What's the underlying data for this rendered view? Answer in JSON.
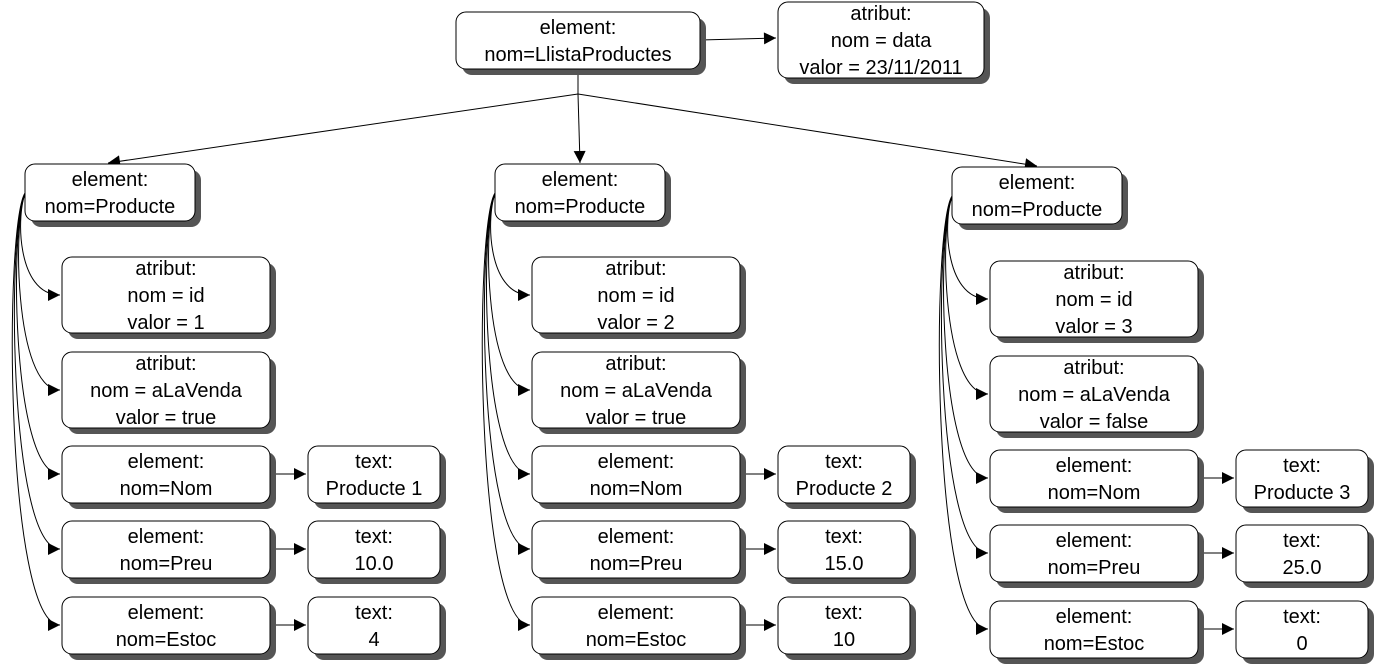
{
  "root": {
    "lines": [
      "element:",
      "nom=LlistaProductes"
    ],
    "attribute": {
      "lines": [
        "atribut:",
        "nom = data",
        "valor = 23/11/2011"
      ]
    }
  },
  "products": [
    {
      "header": [
        "element:",
        "nom=Producte"
      ],
      "attr_id": [
        "atribut:",
        "nom = id",
        "valor = 1"
      ],
      "attr_sale": [
        "atribut:",
        "nom = aLaVenda",
        "valor = true"
      ],
      "children": [
        {
          "element": [
            "element:",
            "nom=Nom"
          ],
          "text": [
            "text:",
            "Producte 1"
          ]
        },
        {
          "element": [
            "element:",
            "nom=Preu"
          ],
          "text": [
            "text:",
            "10.0"
          ]
        },
        {
          "element": [
            "element:",
            "nom=Estoc"
          ],
          "text": [
            "text:",
            "4"
          ]
        }
      ]
    },
    {
      "header": [
        "element:",
        "nom=Producte"
      ],
      "attr_id": [
        "atribut:",
        "nom = id",
        "valor = 2"
      ],
      "attr_sale": [
        "atribut:",
        "nom = aLaVenda",
        "valor = true"
      ],
      "children": [
        {
          "element": [
            "element:",
            "nom=Nom"
          ],
          "text": [
            "text:",
            "Producte 2"
          ]
        },
        {
          "element": [
            "element:",
            "nom=Preu"
          ],
          "text": [
            "text:",
            "15.0"
          ]
        },
        {
          "element": [
            "element:",
            "nom=Estoc"
          ],
          "text": [
            "text:",
            "10"
          ]
        }
      ]
    },
    {
      "header": [
        "element:",
        "nom=Producte"
      ],
      "attr_id": [
        "atribut:",
        "nom = id",
        "valor = 3"
      ],
      "attr_sale": [
        "atribut:",
        "nom = aLaVenda",
        "valor = false"
      ],
      "children": [
        {
          "element": [
            "element:",
            "nom=Nom"
          ],
          "text": [
            "text:",
            "Producte 3"
          ]
        },
        {
          "element": [
            "element:",
            "nom=Preu"
          ],
          "text": [
            "text:",
            "25.0"
          ]
        },
        {
          "element": [
            "element:",
            "nom=Estoc"
          ],
          "text": [
            "text:",
            "0"
          ]
        }
      ]
    }
  ],
  "colors": {
    "box_fill": "#ffffff",
    "box_stroke": "#000000",
    "shadow": "#555555",
    "line": "#000000"
  }
}
